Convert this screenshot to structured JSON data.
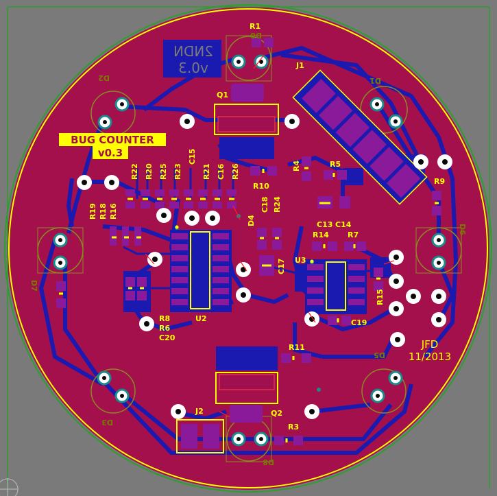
{
  "board": {
    "title_line1": "2NDN",
    "title_line2": "v0.3",
    "label_line1": "BUG COUNTER",
    "label_line2": "v0.3",
    "author": "JFD",
    "date": "11/2013"
  },
  "colors": {
    "background": "#7a7a7a",
    "outline": "#2e9e2e",
    "copper_top": "#a4104c",
    "copper_bottom": "#1a1ab0",
    "pad": "#8a1a9a",
    "silk": "#ffff00",
    "silk_bottom": "#7a7a00",
    "via": "#1a8a8a"
  },
  "designators_top": [
    "R1",
    "J1",
    "Q1",
    "R4",
    "R5",
    "R9",
    "R10",
    "R22",
    "R20",
    "R25",
    "R23",
    "C15",
    "R21",
    "C16",
    "R26",
    "R19",
    "R18",
    "R16",
    "C18",
    "R24",
    "D4",
    "C13",
    "C14",
    "R14",
    "R7",
    "U3",
    "C17",
    "U2",
    "R8",
    "R6",
    "C20",
    "R15",
    "C19",
    "R11",
    "J2",
    "Q2",
    "R3"
  ],
  "designators_bottom": [
    "D8",
    "D2",
    "D1",
    "D7",
    "D6",
    "D5",
    "D3",
    "D8"
  ]
}
